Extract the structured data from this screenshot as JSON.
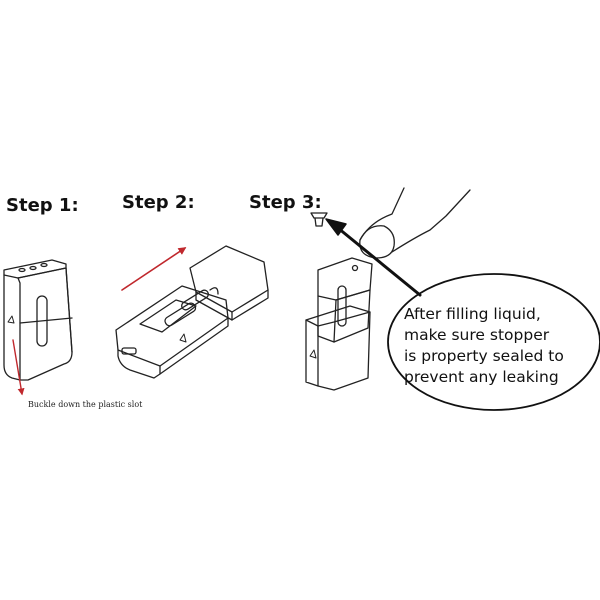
{
  "steps": [
    {
      "title": "Step 1:"
    },
    {
      "title": "Step 2:"
    },
    {
      "title": "Step 3:"
    }
  ],
  "step1_caption": "Buckle down the plastic slot",
  "step3_note": [
    "After filling liquid,",
    "make sure stopper",
    "is property sealed to",
    "prevent any leaking"
  ],
  "colors": {
    "line": "#222222",
    "arrow_red": "#c0282d",
    "arrow_black": "#111111"
  },
  "icons": [
    "pod-cartridge-icon",
    "finger-icon",
    "stopper-icon"
  ]
}
